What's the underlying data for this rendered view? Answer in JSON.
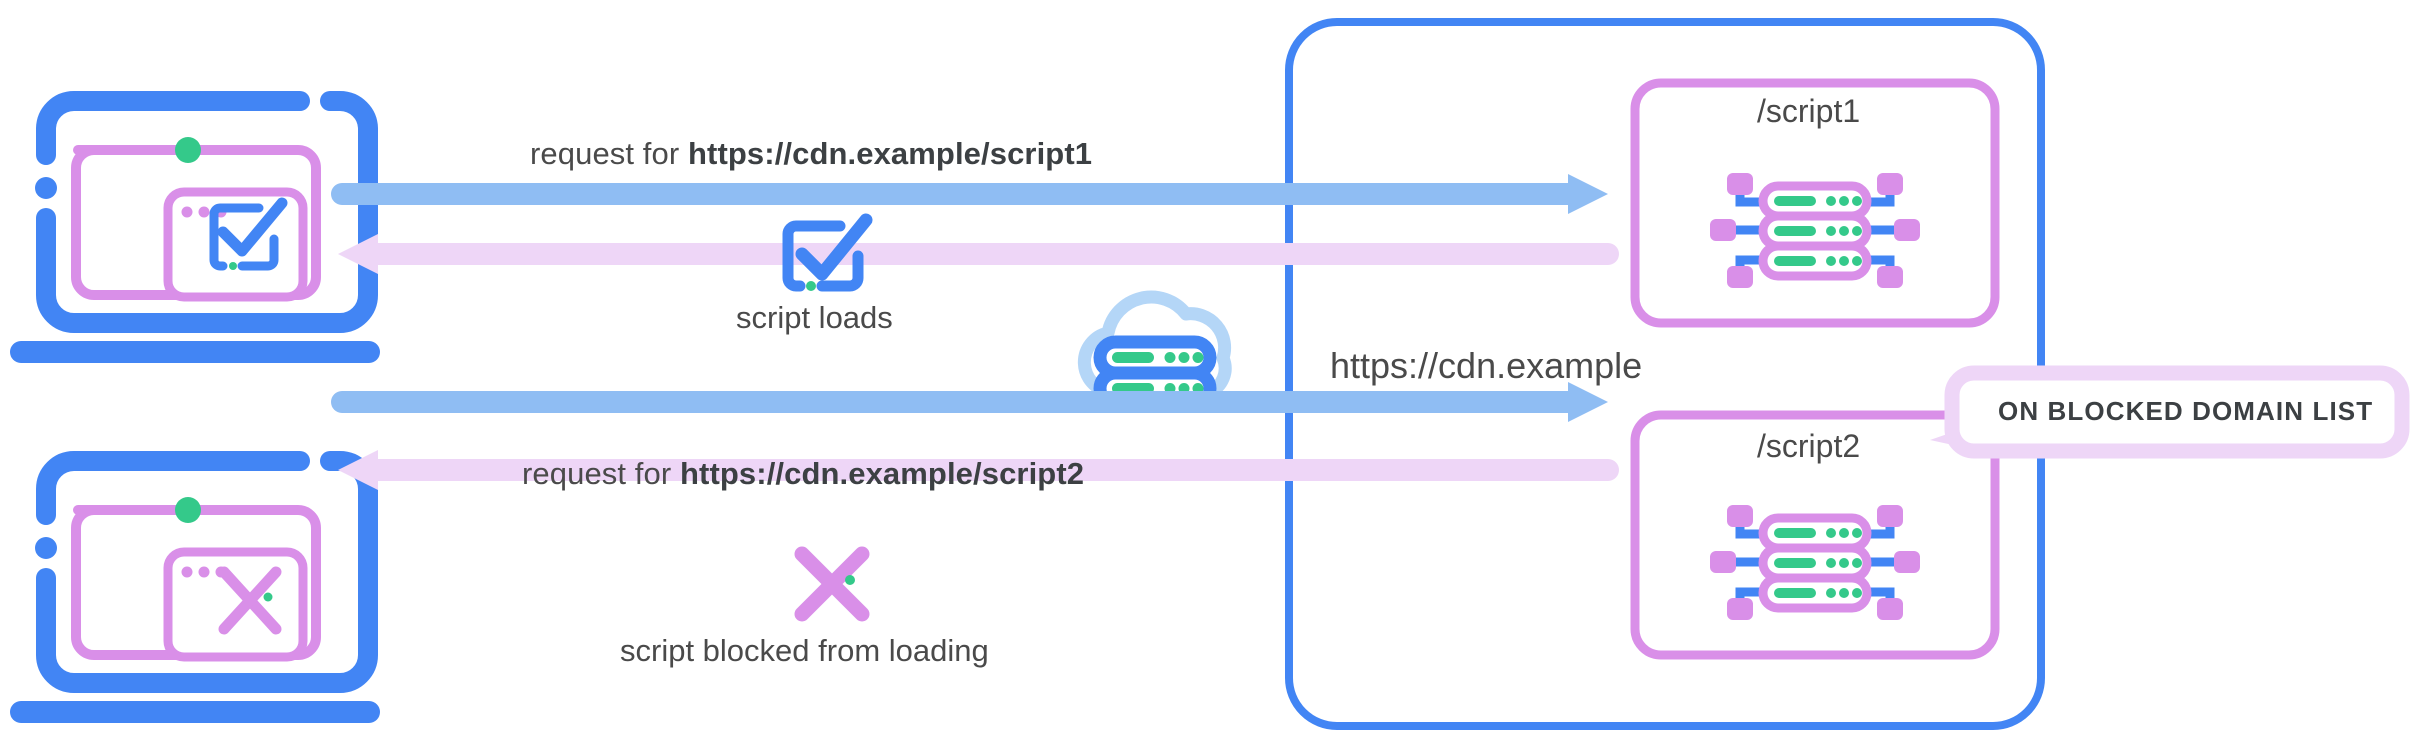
{
  "diagram": {
    "title_text": "https://cdn.example",
    "colors": {
      "blue": "#4285f4",
      "light_blue_arrow": "#8fbdf3",
      "purple": "#d98fe8",
      "light_purple_arrow": "#eed6f7",
      "green": "#34c98a",
      "cloud_blue": "#b4d6f7",
      "text_gray": "#4a4a4a"
    },
    "rows": [
      {
        "id": "row-allowed",
        "request_prefix": "request for ",
        "request_url": "https://cdn.example/script1",
        "caption": "script loads",
        "client_icon": "check-box-icon",
        "result_icon": "check-box-icon",
        "server_label": "/script1",
        "server_icon": "server-rack-icon",
        "arrow_out": "request-arrow-right",
        "arrow_back": "response-arrow-left"
      },
      {
        "id": "row-blocked",
        "request_prefix": "request for ",
        "request_url": "https://cdn.example/script2",
        "caption": "script blocked from loading",
        "client_icon": "cross-icon",
        "result_icon": "cross-icon",
        "server_label": "/script2",
        "server_icon": "server-rack-icon",
        "arrow_out": "request-arrow-right",
        "arrow_back": "response-arrow-left"
      }
    ],
    "cloud": {
      "icon": "cloud-server-icon",
      "label": "https://cdn.example"
    },
    "callout": {
      "text": "ON BLOCKED DOMAIN LIST",
      "points_to": "/script2"
    }
  }
}
